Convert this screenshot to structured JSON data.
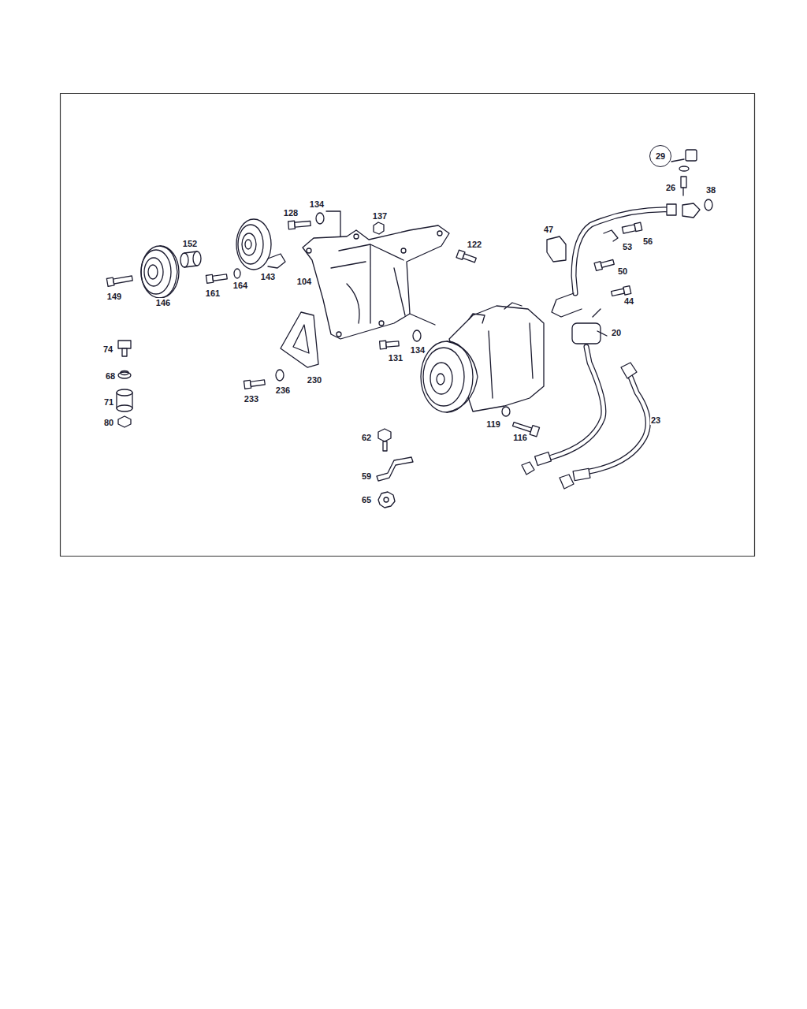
{
  "diagram": {
    "nodes": [
      {
        "text": [
          "29"
        ]
      }
    ],
    "labels": [
      "26",
      "38",
      "134",
      "128",
      "137",
      "47",
      "56",
      "53",
      "152",
      "122",
      "50",
      "143",
      "104",
      "164",
      "161",
      "149",
      "146",
      "44",
      "20",
      "74",
      "134",
      "131",
      "68",
      "230",
      "236",
      "233",
      "71",
      "80",
      "119",
      "23",
      "62",
      "116",
      "59",
      "65"
    ]
  }
}
